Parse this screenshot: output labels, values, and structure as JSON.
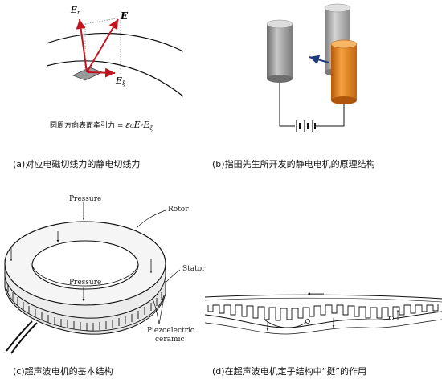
{
  "panel_a": {
    "caption": "(a)对应电磁切线力的静电切线力",
    "vec_E": "E",
    "vec_Er": "E",
    "vec_Er_sub": "r",
    "vec_Ez": "E",
    "vec_Ez_sub": "ξ",
    "formula_text": "圆周方向表面牵引力 = ",
    "formula_math": "ε₀EᵣE",
    "formula_sub": "ξ"
  },
  "panel_b": {
    "caption": "(b)指田先生所开发的静电电机的原理结构",
    "colors": {
      "cyl_gray": "#8f8f8f",
      "cyl_orange": "#e8841a",
      "arrow": "#1e3a7a"
    }
  },
  "panel_c": {
    "caption": "(c)超声波电机的基本结构",
    "label_pressure_top": "Pressure",
    "label_pressure_mid": "Pressure",
    "label_rotor": "Rotor",
    "label_stator": "Stator",
    "label_piezo_1": "Piezoelectric",
    "label_piezo_2": "ceramic"
  },
  "panel_d": {
    "caption": "(d)在超声波电机定子结构中“挺”的作用"
  }
}
